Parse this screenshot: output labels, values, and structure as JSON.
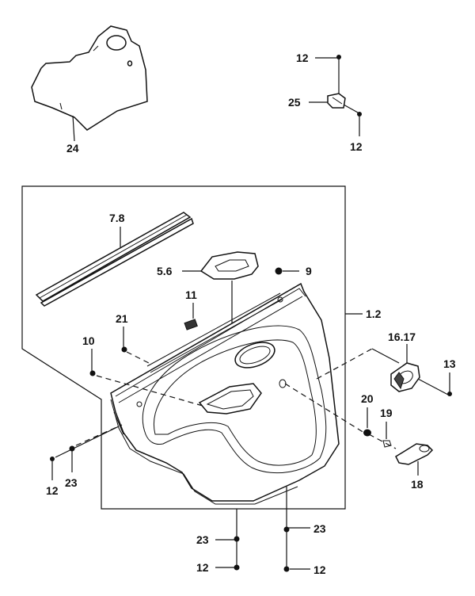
{
  "labels": {
    "l_24": "24",
    "l_12_top": "12",
    "l_25": "25",
    "l_12_top2": "12",
    "l_78": "7.8",
    "l_56": "5.6",
    "l_9": "9",
    "l_11": "11",
    "l_12_main": "1.2",
    "l_21": "21",
    "l_10": "10",
    "l_1617": "16.17",
    "l_13": "13",
    "l_20": "20",
    "l_19": "19",
    "l_18": "18",
    "l_12_left": "12",
    "l_23_left": "23",
    "l_23_bl": "23",
    "l_12_bl": "12",
    "l_23_br": "23",
    "l_12_br": "12"
  },
  "colors": {
    "line": "#111111",
    "background": "#ffffff"
  }
}
